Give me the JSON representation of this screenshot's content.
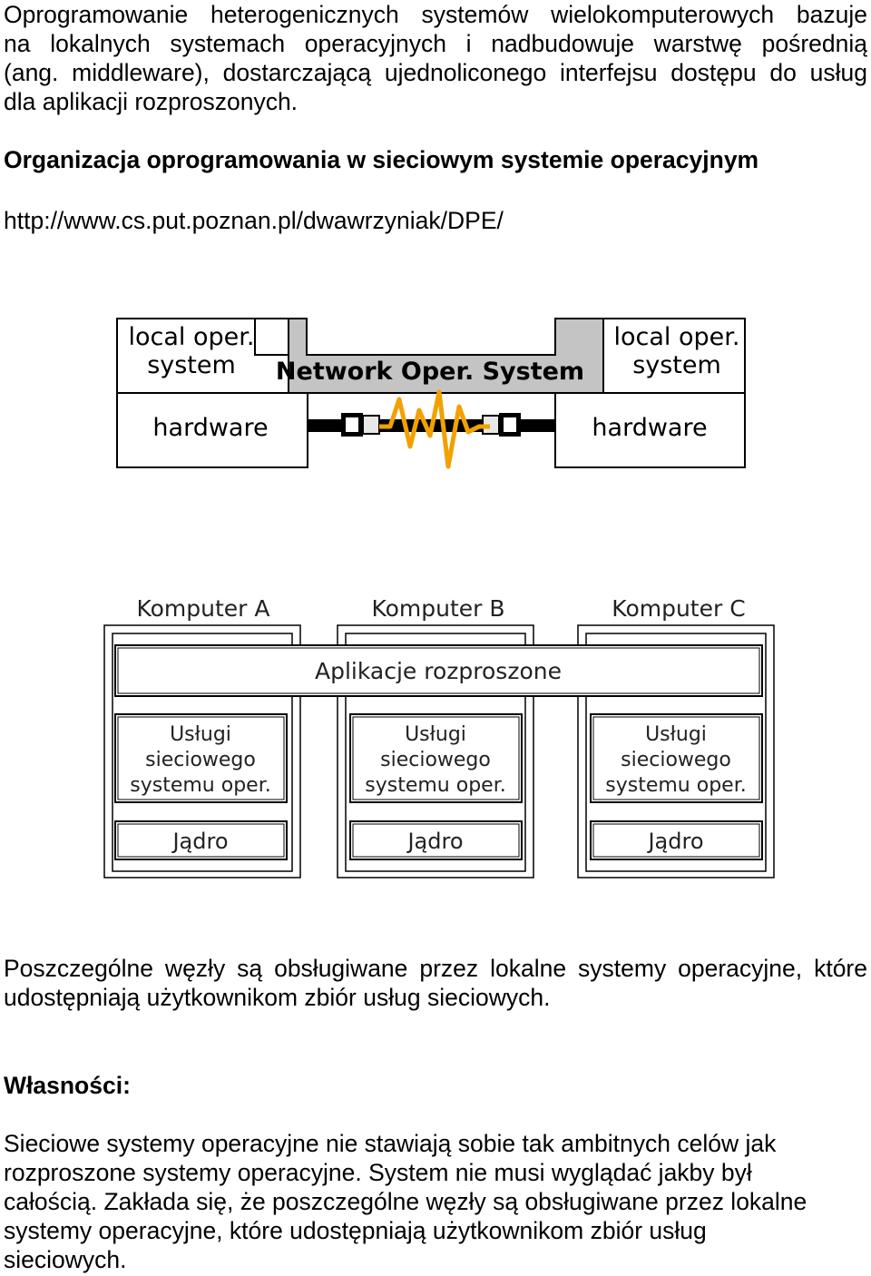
{
  "intro": {
    "lines": [
      "Oprogramowanie heterogenicznych systemów wielokomputerowych bazuje",
      "na lokalnych systemach operacyjnych i nadbudowuje warstwę pośrednią",
      "(ang. middleware), dostarczającą ujednoliconego interfejsu dostępu do usług",
      "dla aplikacji rozproszonych."
    ]
  },
  "section_heading": "Organizacja oprogramowania w sieciowym systemie operacyjnym",
  "url": "http://www.cs.put.poznan.pl/dwawrzyniak/DPE/",
  "figure1": {
    "left_os": [
      "local oper.",
      "system"
    ],
    "right_os": [
      "local oper.",
      "system"
    ],
    "network_os": "Network Oper. System",
    "left_hw": "hardware",
    "right_hw": "hardware",
    "colors": {
      "grey": "#c4c4c4",
      "lightning": "#f2a100",
      "cable": "#000000"
    }
  },
  "figure2": {
    "computers": [
      "Komputer A",
      "Komputer B",
      "Komputer C"
    ],
    "apps": "Aplikacje rozproszone",
    "services": [
      "Usługi",
      "sieciowego",
      "systemu oper."
    ],
    "kernel": "Jądro"
  },
  "para2": [
    "Poszczególne węzły są obsługiwane przez lokalne systemy operacyjne, które",
    "udostępniają użytkownikom zbiór usług sieciowych."
  ],
  "properties_heading": "Własności:",
  "para3": [
    "Sieciowe systemy operacyjne nie stawiają sobie tak ambitnych celów jak",
    "rozproszone systemy operacyjne. System nie musi wyglądać jakby był",
    "całością. Zakłada się, że poszczególne węzły są obsługiwane przez lokalne",
    "systemy operacyjne, które udostępniają użytkownikom zbiór usług",
    "sieciowych."
  ]
}
